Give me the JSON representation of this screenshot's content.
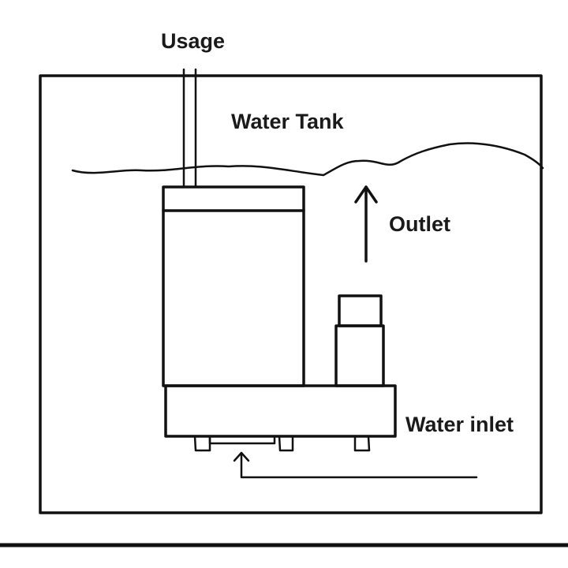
{
  "labels": {
    "usage": "Usage",
    "water_tank": "Water Tank",
    "outlet": "Outlet",
    "water_inlet": "Water inlet"
  },
  "colors": {
    "ink": "#111111",
    "background": "#ffffff"
  }
}
